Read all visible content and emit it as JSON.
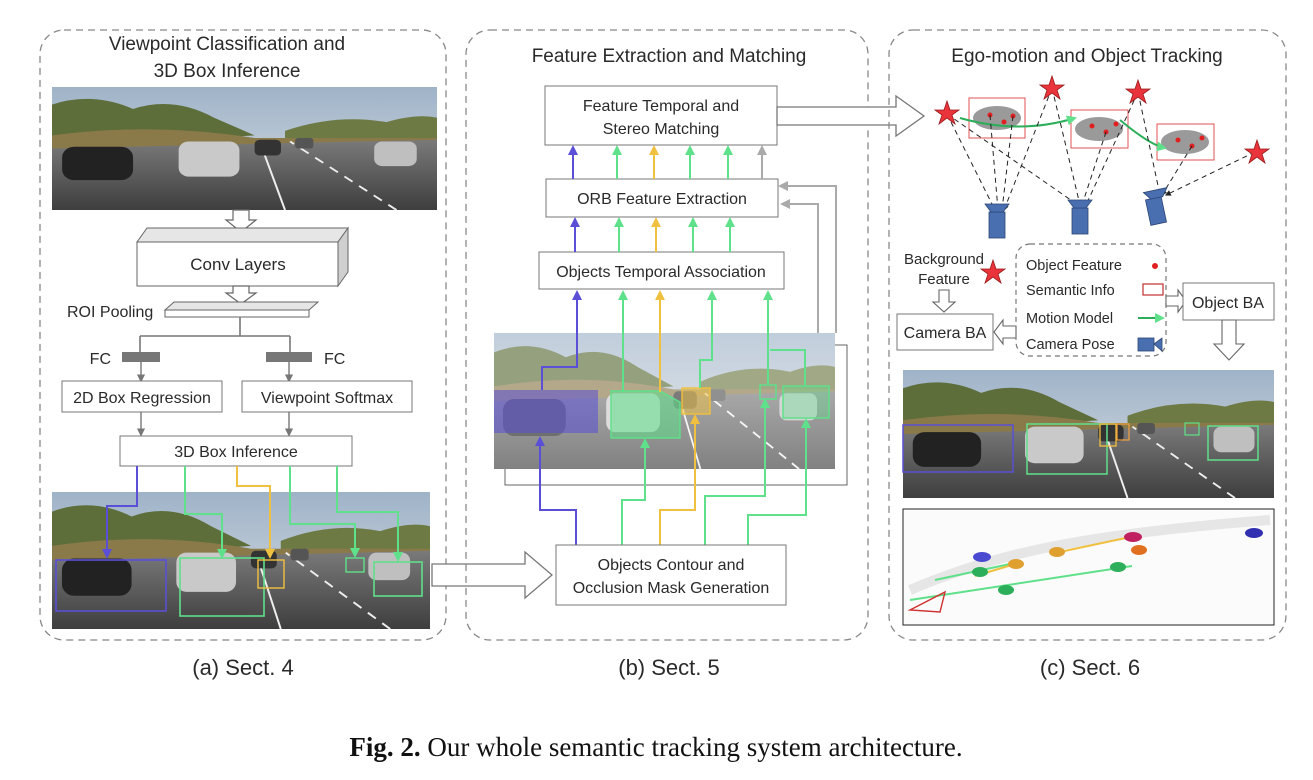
{
  "panels": {
    "a": {
      "title_line1": "Viewpoint Classification and",
      "title_line2": "3D Box Inference",
      "caption": "(a) Sect. 4",
      "conv_layers": "Conv Layers",
      "roi_pooling": "ROI Pooling",
      "fc_left": "FC",
      "fc_right": "FC",
      "box_2d_regression": "2D Box Regression",
      "viewpoint_softmax": "Viewpoint Softmax",
      "box_3d_inference": "3D Box Inference"
    },
    "b": {
      "title": "Feature Extraction and Matching",
      "caption": "(b) Sect. 5",
      "temporal_stereo_line1": "Feature Temporal and",
      "temporal_stereo_line2": "Stereo Matching",
      "orb_extraction": "ORB Feature Extraction",
      "temporal_association": "Objects Temporal Association",
      "contour_line1": "Objects Contour and",
      "contour_line2": "Occlusion Mask Generation"
    },
    "c": {
      "title": "Ego-motion and Object Tracking",
      "caption": "(c) Sect. 6",
      "background_line1": "Background",
      "background_line2": "Feature",
      "camera_ba": "Camera BA",
      "object_ba": "Object BA",
      "legend": {
        "object_feature": "Object Feature",
        "semantic_info": "Semantic Info",
        "motion_model": "Motion Model",
        "camera_pose": "Camera Pose"
      }
    }
  },
  "figure_caption": {
    "label": "Fig. 2.",
    "text": "Our whole semantic tracking system architecture."
  },
  "colors": {
    "purple": "#5a4fd6",
    "green": "#5fe08a",
    "yellow": "#f0c040",
    "gray": "#aaaaaa",
    "star": "#e8343a",
    "camera": "#4a6fb0"
  }
}
